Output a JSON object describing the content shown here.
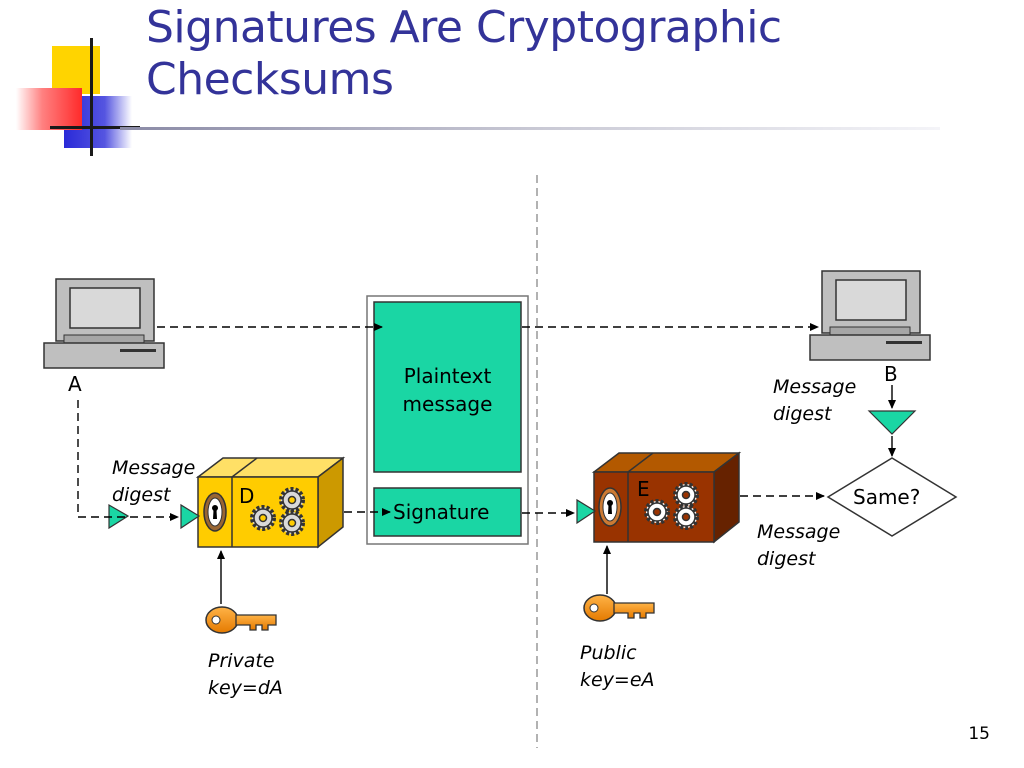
{
  "slide": {
    "title_line1": "Signatures Are Cryptographic",
    "title_line2": "Checksums",
    "page_number": "15"
  },
  "diagram": {
    "computer_a_label": "A",
    "computer_b_label": "B",
    "plaintext_label_line1": "Plaintext",
    "plaintext_label_line2": "message",
    "signature_label": "Signature",
    "box_d_label": "D",
    "box_e_label": "E",
    "decision_label": "Same?",
    "left_digest_line1": "Message",
    "left_digest_line2": "digest",
    "right_top_digest_line1": "Message",
    "right_top_digest_line2": "digest",
    "right_bottom_digest_line1": "Message",
    "right_bottom_digest_line2": "digest",
    "private_key_line1": "Private",
    "private_key_line2": "key=dA",
    "public_key_line1": "Public",
    "public_key_line2": "key=eA"
  },
  "colors": {
    "title": "#333399",
    "message_box": "#1ad6a4",
    "box_d": "#ffcc00",
    "box_e": "#993300",
    "key": "#ff9933"
  }
}
